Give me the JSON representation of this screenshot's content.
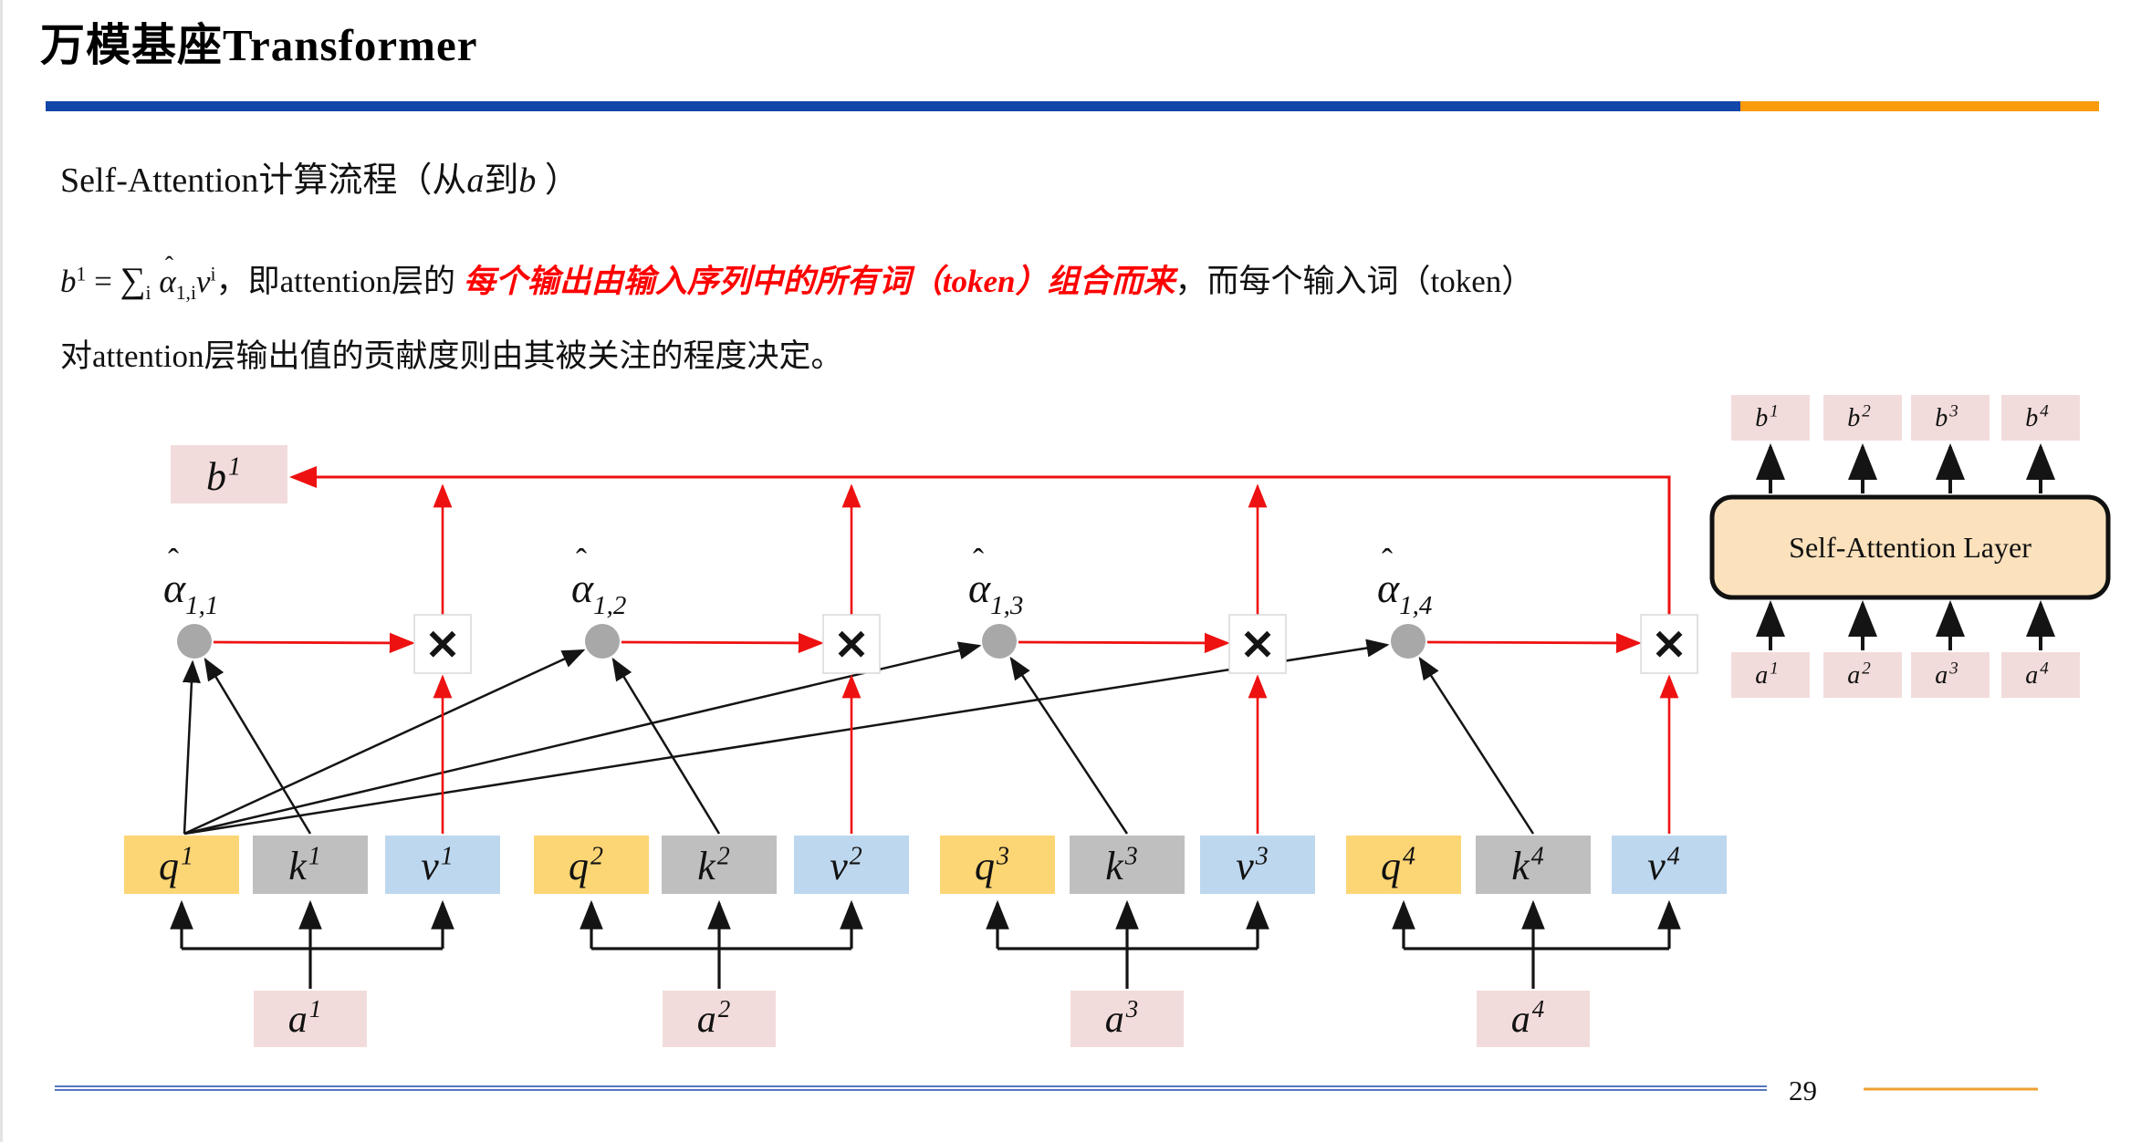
{
  "header": {
    "title": "万模基座Transformer"
  },
  "subtitle": {
    "pre": "Self-Attention计算流程（从",
    "a": "a",
    "mid": "到",
    "b": "b",
    "post": " ）"
  },
  "paragraph": {
    "f_b": "b",
    "f_b_sup": "1",
    "f_eq": " = ",
    "f_sum": "∑",
    "f_sum_sub": "i",
    "f_hat": "ˆ",
    "f_alpha": "α",
    "f_alpha_sub": "1,i",
    "f_v": "v",
    "f_v_sup": "i",
    "f_comma": "，",
    "mid": "即attention层的 ",
    "red": "每个输出由输入序列中的所有词（token）组合而来",
    "after": "，而每个输入词（token）",
    "line2": "对attention层输出值的贡献度则由其被关注的程度决定。"
  },
  "diagram": {
    "b1": {
      "base": "b",
      "sup": "1"
    },
    "alphas": [
      {
        "hat": "ˆ",
        "base": "α",
        "sub": "1,1"
      },
      {
        "hat": "ˆ",
        "base": "α",
        "sub": "1,2"
      },
      {
        "hat": "ˆ",
        "base": "α",
        "sub": "1,3"
      },
      {
        "hat": "ˆ",
        "base": "α",
        "sub": "1,4"
      }
    ],
    "groups": [
      {
        "q": {
          "base": "q",
          "sup": "1"
        },
        "k": {
          "base": "k",
          "sup": "1"
        },
        "v": {
          "base": "v",
          "sup": "1"
        },
        "a": {
          "base": "a",
          "sup": "1"
        }
      },
      {
        "q": {
          "base": "q",
          "sup": "2"
        },
        "k": {
          "base": "k",
          "sup": "2"
        },
        "v": {
          "base": "v",
          "sup": "2"
        },
        "a": {
          "base": "a",
          "sup": "2"
        }
      },
      {
        "q": {
          "base": "q",
          "sup": "3"
        },
        "k": {
          "base": "k",
          "sup": "3"
        },
        "v": {
          "base": "v",
          "sup": "3"
        },
        "a": {
          "base": "a",
          "sup": "3"
        }
      },
      {
        "q": {
          "base": "q",
          "sup": "4"
        },
        "k": {
          "base": "k",
          "sup": "4"
        },
        "v": {
          "base": "v",
          "sup": "4"
        },
        "a": {
          "base": "a",
          "sup": "4"
        }
      }
    ],
    "times_icon": "✕"
  },
  "legend": {
    "layer_label": "Self-Attention Layer",
    "b_items": [
      {
        "base": "b",
        "sup": "1"
      },
      {
        "base": "b",
        "sup": "2"
      },
      {
        "base": "b",
        "sup": "3"
      },
      {
        "base": "b",
        "sup": "4"
      }
    ],
    "a_items": [
      {
        "base": "a",
        "sup": "1"
      },
      {
        "base": "a",
        "sup": "2"
      },
      {
        "base": "a",
        "sup": "3"
      },
      {
        "base": "a",
        "sup": "4"
      }
    ]
  },
  "footer": {
    "page_number": "29"
  },
  "colors": {
    "bar_blue": "#1246A8",
    "bar_orange": "#F99B0D",
    "red_accent": "#FF0000",
    "arrow_red": "#EE1111",
    "arrow_black": "#141414",
    "q_fill": "#FCD575",
    "k_fill": "#BFBFBF",
    "v_fill": "#BDD7EE",
    "pink_fill": "#F2DCDB",
    "circle_fill": "#A8A8A8",
    "times_border": "#D9D9D9",
    "layer_fill": "#FBE1BC",
    "layer_border": "#111111",
    "footer_blue": "#3E63B5",
    "footer_orange": "#EFA032"
  }
}
